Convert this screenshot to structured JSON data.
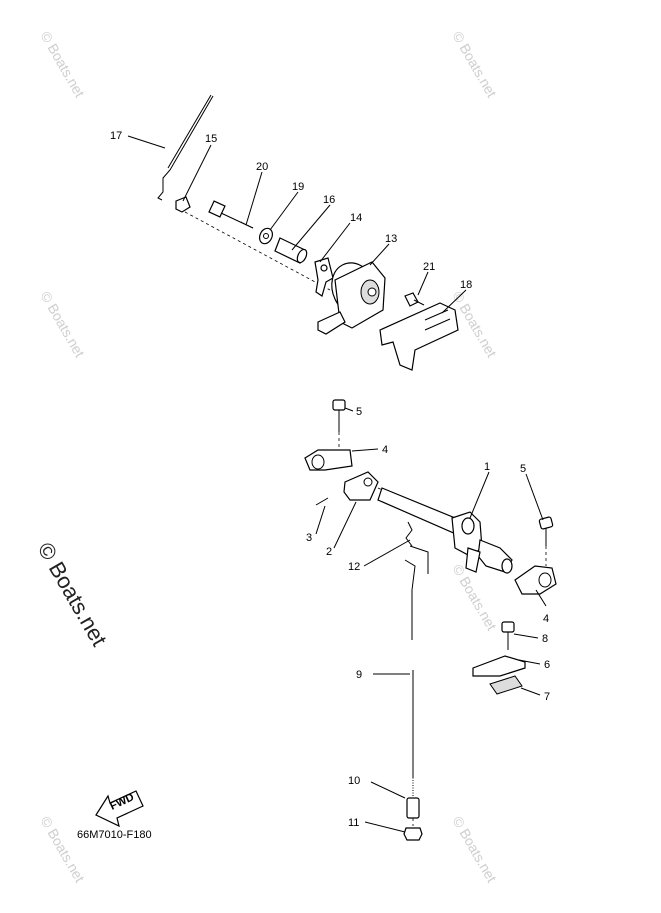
{
  "diagram": {
    "code": "66M7010-F180",
    "fwd_label": "FWD",
    "watermark_small": "© Boats.net",
    "watermark_large": "© Boats.net",
    "callouts": [
      {
        "id": "c1",
        "label": "1"
      },
      {
        "id": "c2",
        "label": "2"
      },
      {
        "id": "c3",
        "label": "3"
      },
      {
        "id": "c4a",
        "label": "4"
      },
      {
        "id": "c4b",
        "label": "4"
      },
      {
        "id": "c5a",
        "label": "5"
      },
      {
        "id": "c5b",
        "label": "5"
      },
      {
        "id": "c6",
        "label": "6"
      },
      {
        "id": "c7",
        "label": "7"
      },
      {
        "id": "c8",
        "label": "8"
      },
      {
        "id": "c9",
        "label": "9"
      },
      {
        "id": "c10",
        "label": "10"
      },
      {
        "id": "c11",
        "label": "11"
      },
      {
        "id": "c12",
        "label": "12"
      },
      {
        "id": "c13",
        "label": "13"
      },
      {
        "id": "c14",
        "label": "14"
      },
      {
        "id": "c15",
        "label": "15"
      },
      {
        "id": "c16",
        "label": "16"
      },
      {
        "id": "c17",
        "label": "17"
      },
      {
        "id": "c18",
        "label": "18"
      },
      {
        "id": "c19",
        "label": "19"
      },
      {
        "id": "c20",
        "label": "20"
      },
      {
        "id": "c21",
        "label": "21"
      }
    ]
  }
}
